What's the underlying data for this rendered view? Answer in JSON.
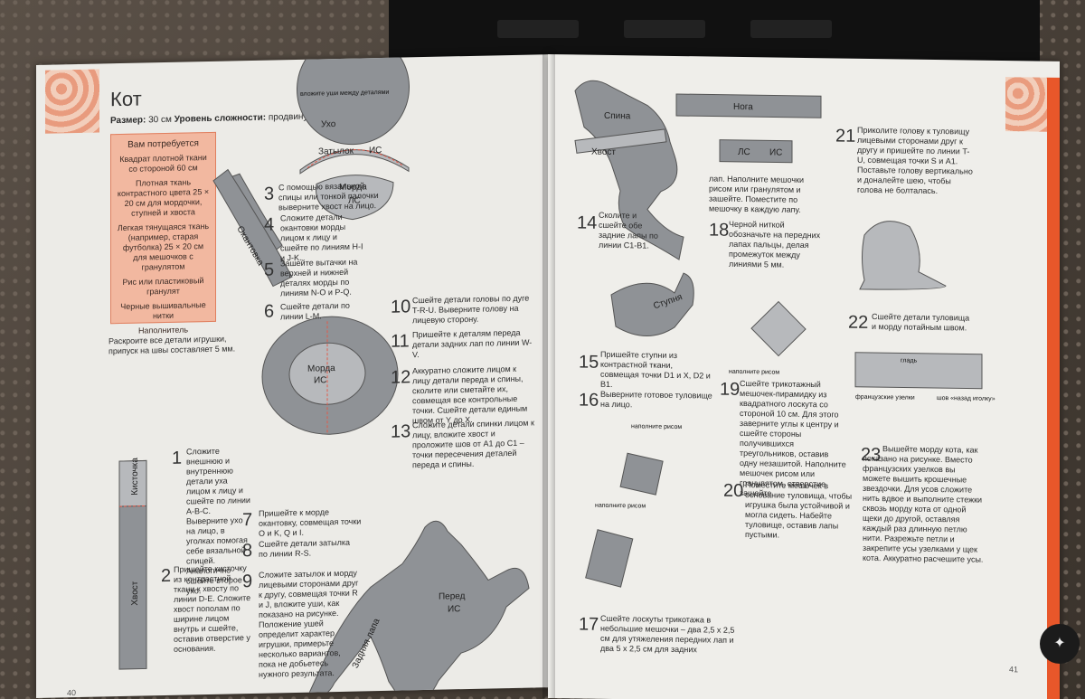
{
  "left": {
    "title": "Кот",
    "size_label": "Размер:",
    "size_value": "30 см",
    "level_label": "Уровень сложности:",
    "level_value": "продвинутый",
    "materials": {
      "header": "Вам потребуется",
      "items": [
        "Квадрат плотной ткани со стороной 60 см",
        "Плотная ткань контрастного цвета 25 × 20 см для мордочки, ступней и хвоста",
        "Легкая тянущаяся ткань (например, старая футболка) 25 × 20 см для мешочков с гранулятом",
        "Рис или пластиковый гранулят",
        "Черные вышивальные нитки",
        "Наполнитель"
      ]
    },
    "cut_note": "Раскроите все детали игрушки, припуск на швы составляет 5 мм.",
    "steps": {
      "s1": {
        "n": "1",
        "text": "Сложите внешнюю и внутреннюю детали уха лицом к лицу и сшейте по линии A-B-C. Выверните ухо на лицо, в уголках помогая себе вязальной спицей. Аналогично сшейте второе ухо."
      },
      "s2": {
        "n": "2",
        "text": "Пришейте кисточку из контрастной ткани к хвосту по линии D-E. Сложите хвост пополам по ширине лицом внутрь и сшейте, оставив отверстие у основания."
      },
      "s3": {
        "n": "3",
        "text": "С помощью вязальной спицы или тонкой палочки выверните хвост на лицо."
      },
      "s4": {
        "n": "4",
        "text": "Сложите детали окантовки морды лицом к лицу и сшейте по линиям H-I и J-K."
      },
      "s5": {
        "n": "5",
        "text": "Зашейте вытачки на верхней и нижней деталях морды по линиям N-O и P-Q."
      },
      "s6": {
        "n": "6",
        "text": "Сшейте детали по линии L-M."
      },
      "s7": {
        "n": "7",
        "text": "Пришейте к морде окантовку, совмещая точки O и K, Q и I."
      },
      "s8": {
        "n": "8",
        "text": "Сшейте детали затылка по линии R-S."
      },
      "s9": {
        "n": "9",
        "text": "Сложите затылок и морду лицевыми сторонами друг к другу, совмещая точки R и J, вложите уши, как показано на рисунке. Положение ушей определит характер игрушки, примерьте несколько вариантов, пока не добьетесь нужного результата."
      },
      "s10": {
        "n": "10",
        "text": "Сшейте детали головы по дуге T-R-U. Выверните голову на лицевую сторону."
      },
      "s11": {
        "n": "11",
        "text": "Пришейте к деталям переда детали задних лап по линии W-V."
      },
      "s12": {
        "n": "12",
        "text": "Аккуратно сложите лицом к лицу детали переда и спины, сколите или сметайте их, совмещая все контрольные точки. Сшейте детали единым швом от Y до X."
      },
      "s13": {
        "n": "13",
        "text": "Сложите детали спинки лицом к лицу, вложите хвост и проложите шов от A1 до C1 – точки пересечения деталей переда и спины."
      }
    },
    "labels": {
      "ears_between": "вложите уши между деталями",
      "ear": "Ухо",
      "nape": "Затылок",
      "muzzle": "Морда",
      "is": "ИС",
      "ls": "ЛС",
      "edging": "Окантовка",
      "tuft": "Кисточка",
      "tail": "Хвост",
      "front": "Перед",
      "hind_leg": "Задняя лапа"
    },
    "page_number": "40"
  },
  "right": {
    "steps": {
      "s14": {
        "n": "14",
        "text": "Сколите и сшейте обе задние лапы по линии C1-B1."
      },
      "s15": {
        "n": "15",
        "text": "Пришейте ступни из контрастной ткани, совмещая точки D1 и X, D2 и B1."
      },
      "s16": {
        "n": "16",
        "text": "Выверните готовое туловище на лицо."
      },
      "s17": {
        "n": "17",
        "text": "Сшейте лоскуты трикотажа в небольшие мешочки – два 2,5 х 2,5 см для утяжеления передних лап и два 5 х 2,5 см для задних"
      },
      "s17b": {
        "text": "лап. Наполните мешочки рисом или гранулятом и зашейте. Поместите по мешочку в каждую лапу."
      },
      "s18": {
        "n": "18",
        "text": "Черной ниткой обозначьте на передних лапах пальцы, делая промежуток между линиями 5 мм."
      },
      "s19": {
        "n": "19",
        "text": "Сшейте трикотажный мешочек-пирамидку из квадратного лоскута со стороной 10 см. Для этого заверните углы к центру и сшейте стороны получившихся треугольников, оставив одну незашитой. Наполните мешочек рисом или гранулятом, отверстие зашейте."
      },
      "s20": {
        "n": "20",
        "text": "Поместите мешочек в основание туловища, чтобы игрушка была устойчивой и могла сидеть. Набейте туловище, оставив лапы пустыми."
      },
      "s21": {
        "n": "21",
        "text": "Приколите голову к туловищу лицевыми сторонами друг к другу и пришейте по линии T-U, совмещая точки S и A1. Поставьте голову вертикально и доналейте шею, чтобы голова не болталась."
      },
      "s22": {
        "n": "22",
        "text": "Сшейте детали туловища и морду потайным швом."
      },
      "s23": {
        "n": "23",
        "text": "Вышейте морду кота, как показано на рисунке. Вместо французских узелков вы можете вышить крошечные звездочки. Для усов сложите нить вдвое и выполните стежки сквозь морду кота от одной щеки до другой, оставляя каждый раз длинную петлю нити. Разрежьте петли и закрепите усы узелками у щек кота. Аккуратно расчешите усы."
      }
    },
    "labels": {
      "back": "Спина",
      "tail": "Хвост",
      "leg": "Нога",
      "ls": "ЛС",
      "is": "ИС",
      "foot": "Ступня",
      "fill_rice": "наполните рисом",
      "smooth": "гладь",
      "french_knots": "французские узелки",
      "backstitch": "шов «назад иголку»"
    },
    "page_number": "41"
  },
  "colors": {
    "accent": "#e8572a",
    "box": "#f2b8a0",
    "seam": "#e25a4a",
    "piece": "#8f9296"
  }
}
